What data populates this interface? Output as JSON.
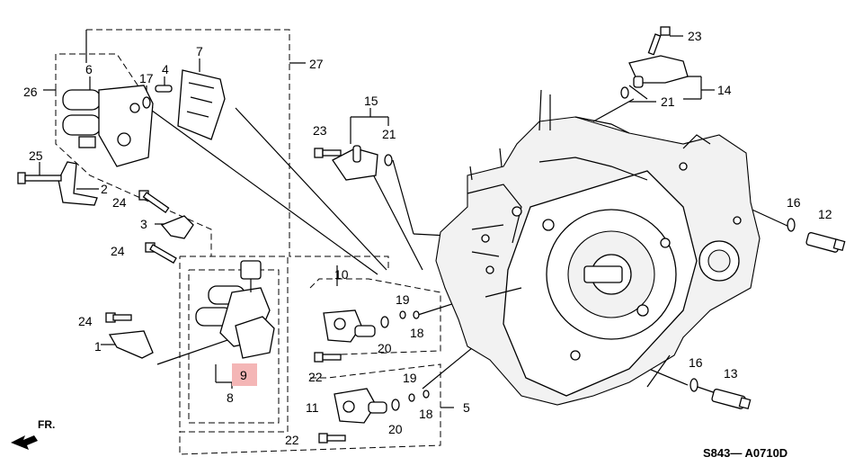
{
  "diagram": {
    "code": "S843— A0710D",
    "direction": "FR.",
    "highlight_color": "#f4b6b6",
    "labels": [
      {
        "id": "l1",
        "text": "1"
      },
      {
        "id": "l2",
        "text": "2"
      },
      {
        "id": "l3",
        "text": "3"
      },
      {
        "id": "l4",
        "text": "4"
      },
      {
        "id": "l5",
        "text": "5"
      },
      {
        "id": "l6",
        "text": "6"
      },
      {
        "id": "l7",
        "text": "7"
      },
      {
        "id": "l8",
        "text": "8"
      },
      {
        "id": "l9",
        "text": "9"
      },
      {
        "id": "l10",
        "text": "10"
      },
      {
        "id": "l11",
        "text": "11"
      },
      {
        "id": "l12",
        "text": "12"
      },
      {
        "id": "l13",
        "text": "13"
      },
      {
        "id": "l14",
        "text": "14"
      },
      {
        "id": "l15",
        "text": "15"
      },
      {
        "id": "l16a",
        "text": "16"
      },
      {
        "id": "l16b",
        "text": "16"
      },
      {
        "id": "l17",
        "text": "17"
      },
      {
        "id": "l18a",
        "text": "18"
      },
      {
        "id": "l18b",
        "text": "18"
      },
      {
        "id": "l19a",
        "text": "19"
      },
      {
        "id": "l19b",
        "text": "19"
      },
      {
        "id": "l20a",
        "text": "20"
      },
      {
        "id": "l20b",
        "text": "20"
      },
      {
        "id": "l21a",
        "text": "21"
      },
      {
        "id": "l21b",
        "text": "21"
      },
      {
        "id": "l22a",
        "text": "22"
      },
      {
        "id": "l22b",
        "text": "22"
      },
      {
        "id": "l23a",
        "text": "23"
      },
      {
        "id": "l23b",
        "text": "23"
      },
      {
        "id": "l24a",
        "text": "24"
      },
      {
        "id": "l24b",
        "text": "24"
      },
      {
        "id": "l24c",
        "text": "24"
      },
      {
        "id": "l25",
        "text": "25"
      },
      {
        "id": "l26",
        "text": "26"
      },
      {
        "id": "l27",
        "text": "27"
      }
    ]
  }
}
